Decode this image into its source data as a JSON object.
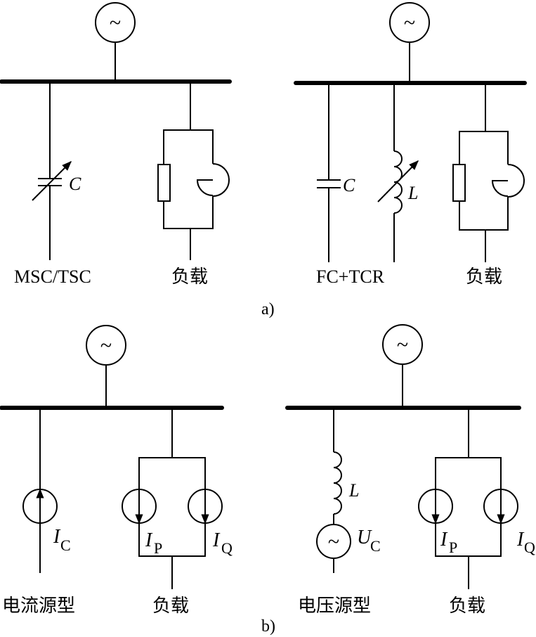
{
  "figure": {
    "panel_a": {
      "caption": "a)",
      "left": {
        "source_symbol": "~",
        "capacitor_label": "C",
        "compensator_label": "MSC/TSC",
        "load_label": "负载"
      },
      "right": {
        "source_symbol": "~",
        "capacitor_label": "C",
        "inductor_label": "L",
        "compensator_label": "FC+TCR",
        "load_label": "负载"
      }
    },
    "panel_b": {
      "caption": "b)",
      "left": {
        "source_symbol": "~",
        "current_source_label": "I",
        "current_source_sub": "C",
        "load_p_label": "I",
        "load_p_sub": "P",
        "load_q_label": "I",
        "load_q_sub": "Q",
        "compensator_label": "电流源型",
        "load_label": "负载"
      },
      "right": {
        "source_symbol": "~",
        "inductor_label": "L",
        "voltage_source_label": "U",
        "voltage_source_sub": "C",
        "voltage_source_symbol": "~",
        "load_p_label": "I",
        "load_p_sub": "P",
        "load_q_label": "I",
        "load_q_sub": "Q",
        "compensator_label": "电压源型",
        "load_label": "负载"
      }
    }
  }
}
